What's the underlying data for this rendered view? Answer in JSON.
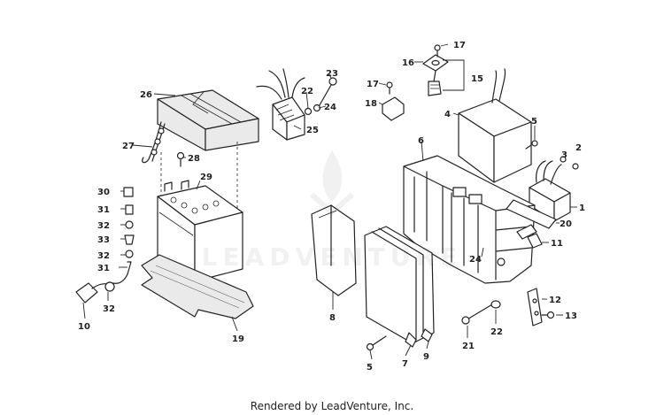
{
  "footer": {
    "text": "Rendered by LeadVenture, Inc."
  },
  "watermark": {
    "text": "LEADVENTURE"
  },
  "parts": [
    {
      "id": "26",
      "label": "26"
    },
    {
      "id": "27",
      "label": "27"
    },
    {
      "id": "28",
      "label": "28"
    },
    {
      "id": "29",
      "label": "29"
    },
    {
      "id": "30",
      "label": "30"
    },
    {
      "id": "31a",
      "label": "31"
    },
    {
      "id": "32a",
      "label": "32"
    },
    {
      "id": "33",
      "label": "33"
    },
    {
      "id": "32b",
      "label": "32"
    },
    {
      "id": "31b",
      "label": "31"
    },
    {
      "id": "32c",
      "label": "32"
    },
    {
      "id": "10",
      "label": "10"
    },
    {
      "id": "19",
      "label": "19"
    },
    {
      "id": "23",
      "label": "23"
    },
    {
      "id": "22a",
      "label": "22"
    },
    {
      "id": "24a",
      "label": "24"
    },
    {
      "id": "25",
      "label": "25"
    },
    {
      "id": "17a",
      "label": "17"
    },
    {
      "id": "16",
      "label": "16"
    },
    {
      "id": "15",
      "label": "15"
    },
    {
      "id": "17b",
      "label": "17"
    },
    {
      "id": "18",
      "label": "18"
    },
    {
      "id": "4",
      "label": "4"
    },
    {
      "id": "5a",
      "label": "5"
    },
    {
      "id": "6",
      "label": "6"
    },
    {
      "id": "3",
      "label": "3"
    },
    {
      "id": "2",
      "label": "2"
    },
    {
      "id": "1",
      "label": "1"
    },
    {
      "id": "20",
      "label": "20"
    },
    {
      "id": "24b",
      "label": "24"
    },
    {
      "id": "11",
      "label": "11"
    },
    {
      "id": "8",
      "label": "8"
    },
    {
      "id": "12",
      "label": "12"
    },
    {
      "id": "13",
      "label": "13"
    },
    {
      "id": "21",
      "label": "21"
    },
    {
      "id": "22b",
      "label": "22"
    },
    {
      "id": "5b",
      "label": "5"
    },
    {
      "id": "7",
      "label": "7"
    },
    {
      "id": "9",
      "label": "9"
    }
  ]
}
